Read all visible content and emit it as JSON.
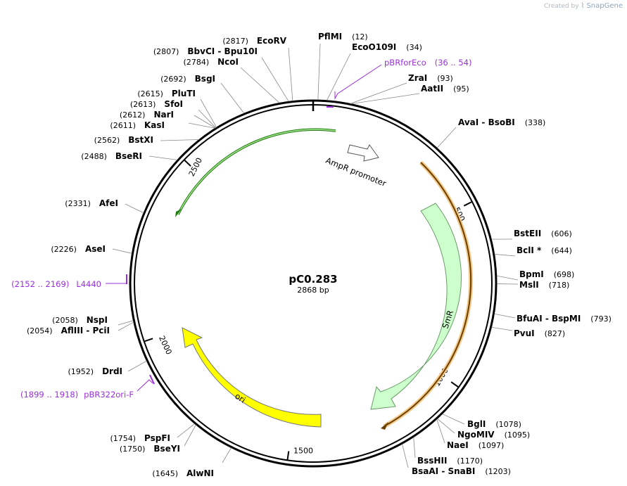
{
  "watermark": {
    "created_by": "Created by",
    "brand": "SnapGene"
  },
  "plasmid": {
    "name": "pC0.283",
    "size_label": "2868 bp",
    "length": 2868
  },
  "ticks": [
    {
      "label": "500",
      "pos": 500
    },
    {
      "label": "1000",
      "pos": 1000
    },
    {
      "label": "1500",
      "pos": 1500
    },
    {
      "label": "2000",
      "pos": 2000
    },
    {
      "label": "2500",
      "pos": 2500
    }
  ],
  "sites": [
    {
      "name": "PflMI",
      "pos_text": "(12)",
      "pos": 12
    },
    {
      "name": "EcoO109I",
      "pos_text": "(34)",
      "pos": 34
    },
    {
      "name": "ZraI",
      "pos_text": "(93)",
      "pos": 93
    },
    {
      "name": "AatII",
      "pos_text": "(95)",
      "pos": 95
    },
    {
      "name": "AvaI  -  BsoBI",
      "pos_text": "(338)",
      "pos": 338
    },
    {
      "name": "BstEII",
      "pos_text": "(606)",
      "pos": 606
    },
    {
      "name": "BclI *",
      "pos_text": "(644)",
      "pos": 644
    },
    {
      "name": "BpmI",
      "pos_text": "(698)",
      "pos": 698
    },
    {
      "name": "MslI",
      "pos_text": "(718)",
      "pos": 718
    },
    {
      "name": "BfuAI  -  BspMI",
      "pos_text": "(793)",
      "pos": 793
    },
    {
      "name": "PvuI",
      "pos_text": "(827)",
      "pos": 827
    },
    {
      "name": "BglI",
      "pos_text": "(1078)",
      "pos": 1078
    },
    {
      "name": "NgoMIV",
      "pos_text": "(1095)",
      "pos": 1095
    },
    {
      "name": "NaeI",
      "pos_text": "(1097)",
      "pos": 1097
    },
    {
      "name": "BssHII",
      "pos_text": "(1170)",
      "pos": 1170
    },
    {
      "name": "BsaAI  -  SnaBI",
      "pos_text": "(1203)",
      "pos": 1203
    },
    {
      "name": "AlwNI",
      "pos_text": "(1645)",
      "pos": 1645
    },
    {
      "name": "BseYI",
      "pos_text": "(1750)",
      "pos": 1750
    },
    {
      "name": "PspFI",
      "pos_text": "(1754)",
      "pos": 1754
    },
    {
      "name": "DrdI",
      "pos_text": "(1952)",
      "pos": 1952
    },
    {
      "name": "AflIII  -  PciI",
      "pos_text": "(2054)",
      "pos": 2054
    },
    {
      "name": "NspI",
      "pos_text": "(2058)",
      "pos": 2058
    },
    {
      "name": "AseI",
      "pos_text": "(2226)",
      "pos": 2226
    },
    {
      "name": "AfeI",
      "pos_text": "(2331)",
      "pos": 2331
    },
    {
      "name": "BseRI",
      "pos_text": "(2488)",
      "pos": 2488
    },
    {
      "name": "BstXI",
      "pos_text": "(2562)",
      "pos": 2562
    },
    {
      "name": "KasI",
      "pos_text": "(2611)",
      "pos": 2611
    },
    {
      "name": "NarI",
      "pos_text": "(2612)",
      "pos": 2612
    },
    {
      "name": "SfoI",
      "pos_text": "(2613)",
      "pos": 2613
    },
    {
      "name": "PluTI",
      "pos_text": "(2615)",
      "pos": 2615
    },
    {
      "name": "BsgI",
      "pos_text": "(2692)",
      "pos": 2692
    },
    {
      "name": "NcoI",
      "pos_text": "(2784)",
      "pos": 2784
    },
    {
      "name": "BbvCI  -  Bpu10I",
      "pos_text": "(2807)",
      "pos": 2807
    },
    {
      "name": "EcoRV",
      "pos_text": "(2817)",
      "pos": 2817
    }
  ],
  "primers": [
    {
      "name": "pBRforEco",
      "range_text": "(36 .. 54)",
      "start": 36,
      "end": 54
    },
    {
      "name": "L4440",
      "range_text": "(2152 .. 2169)",
      "start": 2152,
      "end": 2169
    },
    {
      "name": "pBR322ori-F",
      "range_text": "(1899 .. 1918)",
      "start": 1899,
      "end": 1918
    }
  ],
  "features": [
    {
      "name": "AmpR promoter",
      "kind": "promoter",
      "color": "#ffffff"
    },
    {
      "name": "SmR",
      "kind": "cds",
      "color": "#ccffcc"
    },
    {
      "name": "ori",
      "kind": "origin",
      "color": "#ffff00"
    }
  ],
  "colors": {
    "primer": "#9b30d9",
    "backbone": "#000000",
    "green_arc": "#2e8b1e",
    "orange_arc": "#c97a00",
    "leader": "#888888"
  }
}
